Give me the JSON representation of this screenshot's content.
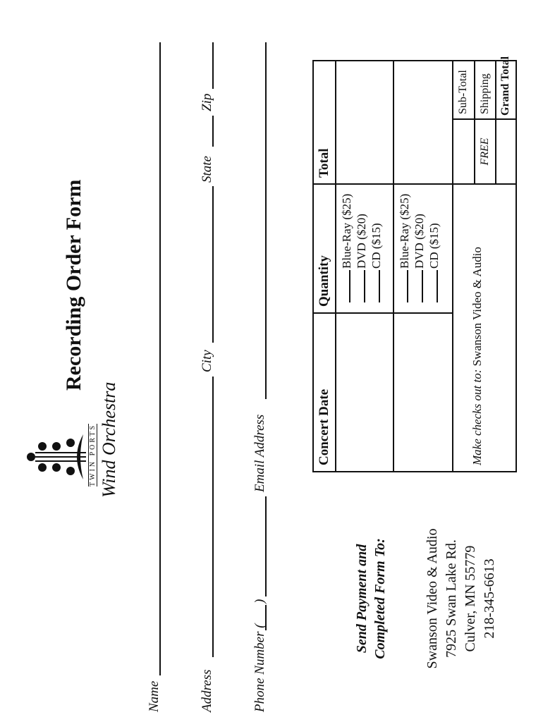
{
  "logo": {
    "line1": "TWIN PORTS",
    "line2": "Wind Orchestra"
  },
  "title": "Recording Order Form",
  "fields": {
    "name": "Name",
    "address": "Address",
    "city": "City",
    "state": "State",
    "zip": "Zip",
    "phone": "Phone Number (",
    "phone_close": ")",
    "email": "Email Address"
  },
  "send": {
    "heading1": "Send Payment and",
    "heading2": "Completed Form To:",
    "address": [
      "Swanson Video & Audio",
      "7925 Swan Lake Rd.",
      "Culver, MN 55779",
      "218-345-6613"
    ]
  },
  "table": {
    "headers": [
      "Concert Date",
      "Quantity",
      "Total"
    ],
    "options": [
      "Blue-Ray ($25)",
      "DVD ($20)",
      "CD ($15)"
    ],
    "checks_label": "Make checks out to:",
    "checks_payee": "Swanson Video & Audio",
    "summary": [
      {
        "label": "Sub-Total",
        "value": ""
      },
      {
        "label": "Shipping",
        "value": "FREE"
      },
      {
        "label": "Grand Total",
        "value": ""
      }
    ]
  }
}
